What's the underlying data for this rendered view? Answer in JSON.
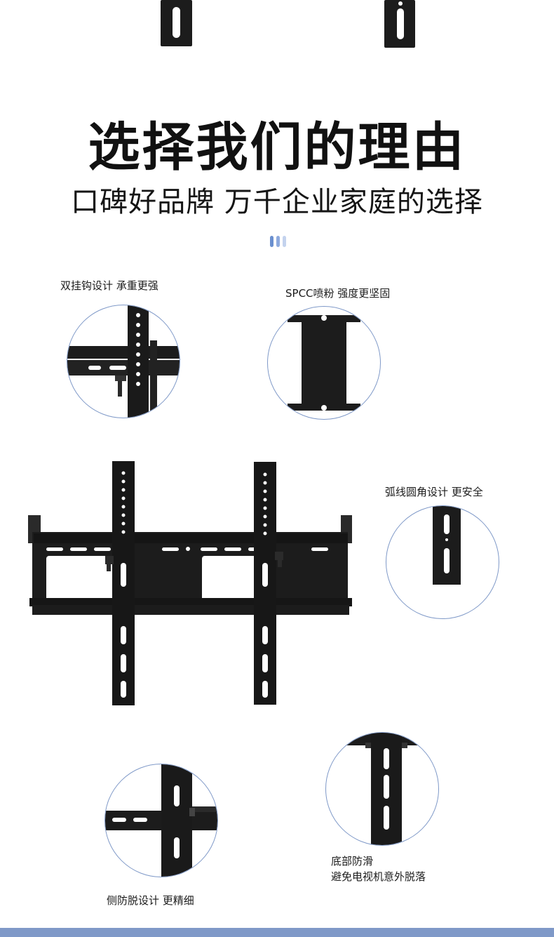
{
  "heading": {
    "title": "选择我们的理由",
    "subtitle": "口碑好品牌 万千企业家庭的选择"
  },
  "features": [
    {
      "label": "双挂钩设计  承重更强"
    },
    {
      "label": "SPCC喷粉  强度更坚固"
    },
    {
      "label": "弧线圆角设计  更安全"
    },
    {
      "label_line1": "底部防滑",
      "label_line2": "避免电视机意外脱落"
    },
    {
      "label": "侧防脱设计  更精细"
    }
  ],
  "colors": {
    "accent_blue": "#7f99c8",
    "dot_1": "#6a8fcf",
    "dot_2": "#8eaade",
    "dot_3": "#c4d3ee",
    "metal": "#1c1c1c"
  },
  "icons": {
    "dots": "pagination-dots-icon"
  }
}
